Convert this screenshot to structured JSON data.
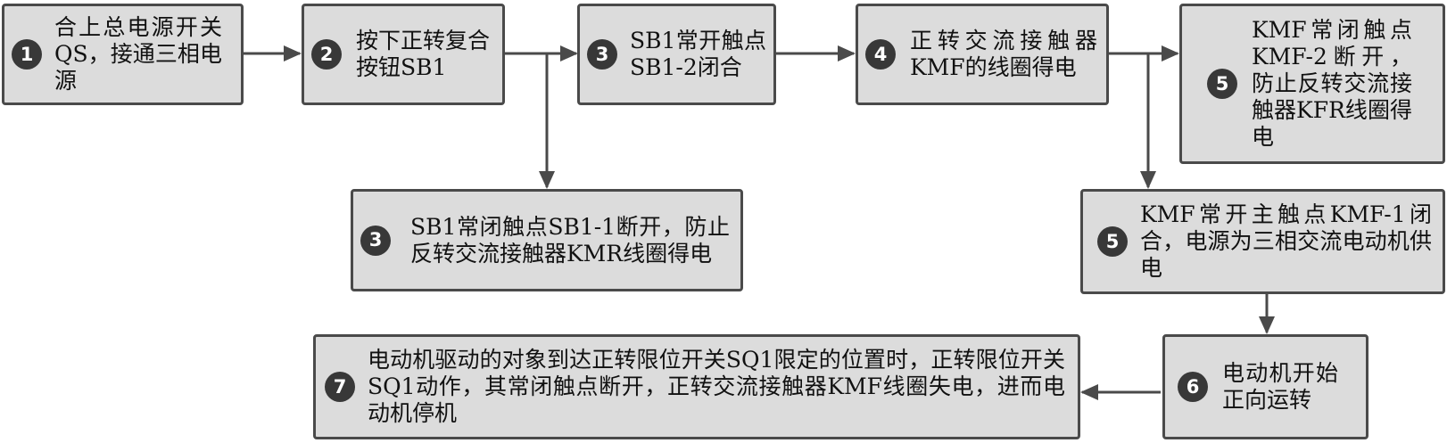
{
  "steps": [
    {
      "num": "1",
      "text": "合上总电源开关QS，接通三相电源"
    },
    {
      "num": "2",
      "text": "按下正转复合按钮SB1"
    },
    {
      "num": "3",
      "text": "SB1常开触点SB1-2闭合"
    },
    {
      "num": "4",
      "text": "正转交流接触器KMF的线圈得电"
    },
    {
      "num": "5",
      "text": "KMF常闭触点KMF-2断开，防止反转交流接触器KFR线圈得电"
    },
    {
      "num": "3",
      "text": "SB1常闭触点SB1-1断开，防止反转交流接触器KMR线圈得电"
    },
    {
      "num": "5",
      "text": "KMF常开主触点KMF-1闭合，电源为三相交流电动机供电"
    },
    {
      "num": "6",
      "text": "电动机开始正向运转"
    },
    {
      "num": "7",
      "text": "电动机驱动的对象到达正转限位开关SQ1限定的位置时，正转限位开关SQ1动作，其常闭触点断开，正转交流接触器KMF线圈失电，进而电动机停机"
    }
  ],
  "colors": {
    "box_fill": "#dcdcdc",
    "box_border": "#4a4a4a",
    "badge": "#383838",
    "arrow": "#4a4a4a"
  }
}
